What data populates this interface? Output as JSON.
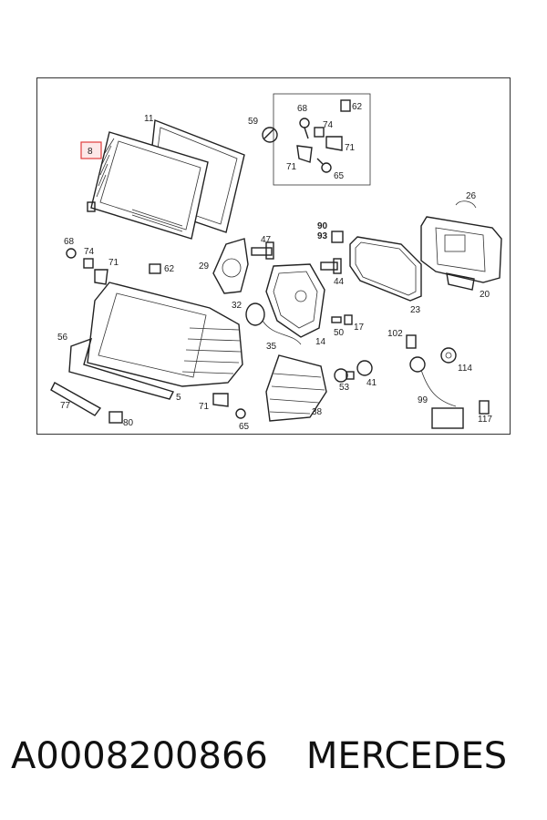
{
  "callouts": {
    "c8": "8",
    "c11": "11",
    "c59": "59",
    "c68a": "68",
    "c74a": "74",
    "c62a": "62",
    "c71a": "71",
    "c71b": "71",
    "c65a": "65",
    "c26": "26",
    "c90": "90",
    "c93": "93",
    "c47": "47",
    "c68b": "68",
    "c74b": "74",
    "c71c": "71",
    "c62b": "62",
    "c29": "29",
    "c44": "44",
    "c23": "23",
    "c20": "20",
    "c32": "32",
    "c56": "56",
    "c35": "35",
    "c14": "14",
    "c50": "50",
    "c17": "17",
    "c102": "102",
    "c5": "5",
    "c53": "53",
    "c41": "41",
    "c114": "114",
    "c77": "77",
    "c71d": "71",
    "c99": "99",
    "c80": "80",
    "c65b": "65",
    "c38": "38",
    "c117": "117"
  },
  "footer": {
    "part_number": "A0008200866",
    "brand": "MERCEDES"
  },
  "colors": {
    "highlight": "#e03c3c",
    "highlight_fill": "#fde8e8"
  }
}
